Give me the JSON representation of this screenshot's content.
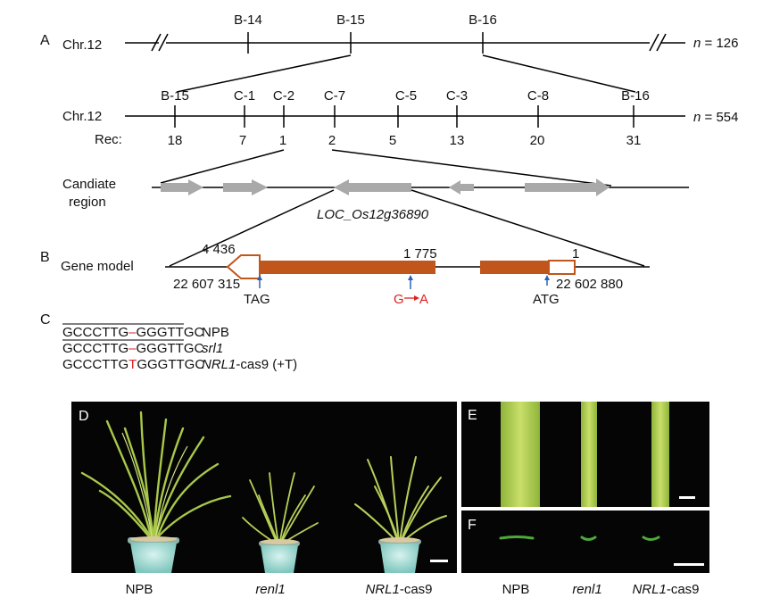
{
  "panels": {
    "a": "A",
    "b": "B",
    "c": "C",
    "d": "D",
    "e": "E",
    "f": "F"
  },
  "map1": {
    "chr": "Chr.12",
    "markers": [
      "B-14",
      "B-15",
      "B-16"
    ],
    "n": "n",
    "n_value": "= 126"
  },
  "map2": {
    "chr": "Chr.12",
    "rec_label": "Rec:",
    "markers": [
      {
        "name": "B-15",
        "rec": "18"
      },
      {
        "name": "C-1",
        "rec": "7"
      },
      {
        "name": "C-2",
        "rec": "1"
      },
      {
        "name": "C-7",
        "rec": "2"
      },
      {
        "name": "C-5",
        "rec": "5"
      },
      {
        "name": "C-3",
        "rec": "13"
      },
      {
        "name": "C-8",
        "rec": "20"
      },
      {
        "name": "B-16",
        "rec": "31"
      }
    ],
    "n": "n",
    "n_value": "= 554"
  },
  "candidate": {
    "label_line1": "Candiate",
    "label_line2": "region",
    "gene": "LOC_Os12g36890"
  },
  "gene_model": {
    "label": "Gene model",
    "pos_left_top": "4 436",
    "pos_mid": "1 775",
    "pos_right": "1",
    "coord_left": "22 607 315",
    "coord_right": "22 602 880",
    "tag": "TAG",
    "mut_from": "G",
    "mut_to": "A",
    "atg": "ATG",
    "colors": {
      "exon": "#c0561c",
      "utr": "#ffffff",
      "mutation": "#e02020",
      "arrow": "#2b62b8"
    }
  },
  "sequences": [
    {
      "pre": "GCCCTTG",
      "mid": "–",
      "post": "GGGTTGC",
      "name": "NPB",
      "suffix": ""
    },
    {
      "pre": "GCCCTTG",
      "mid": "–",
      "post": "GGGTTGC",
      "name": "srl1",
      "suffix": ""
    },
    {
      "pre": "GCCCTTG",
      "mid": "T",
      "post": "GGGTTGC",
      "name": "NRL1",
      "suffix": "-cas9 (+T)"
    }
  ],
  "photo_labels": {
    "d": [
      "NPB",
      "renl1",
      "NRL1-cas9"
    ],
    "f": [
      "NPB",
      "renl1",
      "NRL1-cas9"
    ]
  }
}
